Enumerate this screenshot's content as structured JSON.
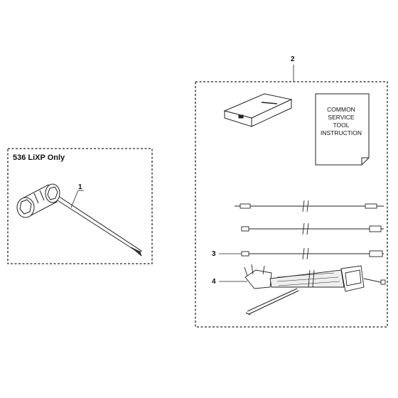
{
  "left_box": {
    "title": "536 LiXP Only",
    "callout": "1"
  },
  "right_box": {
    "callout": "2"
  },
  "callouts": {
    "three": "3",
    "four": "4"
  },
  "instruction_sheet": {
    "line1": "COMMON",
    "line2": "SERVICE",
    "line3": "TOOL",
    "line4": "INSTRUCTION"
  }
}
